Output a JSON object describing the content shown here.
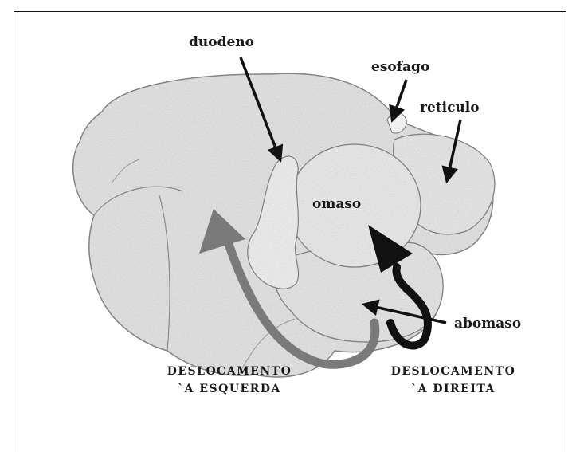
{
  "labels": {
    "duodeno": "duodeno",
    "esofago": "esofago",
    "reticulo": "reticulo",
    "omaso": "omaso",
    "abomaso": "abomaso"
  },
  "captions": {
    "left_line1": "DESLOCAMENTO",
    "left_line2": "`A ESQUERDA",
    "right_line1": "DESLOCAMENTO",
    "right_line2": "`A DIREITA"
  },
  "colors": {
    "left_displacement_arrow": "#7a7a7a",
    "right_displacement_arrow": "#111111",
    "organ_fill": "#e6e6e6"
  }
}
